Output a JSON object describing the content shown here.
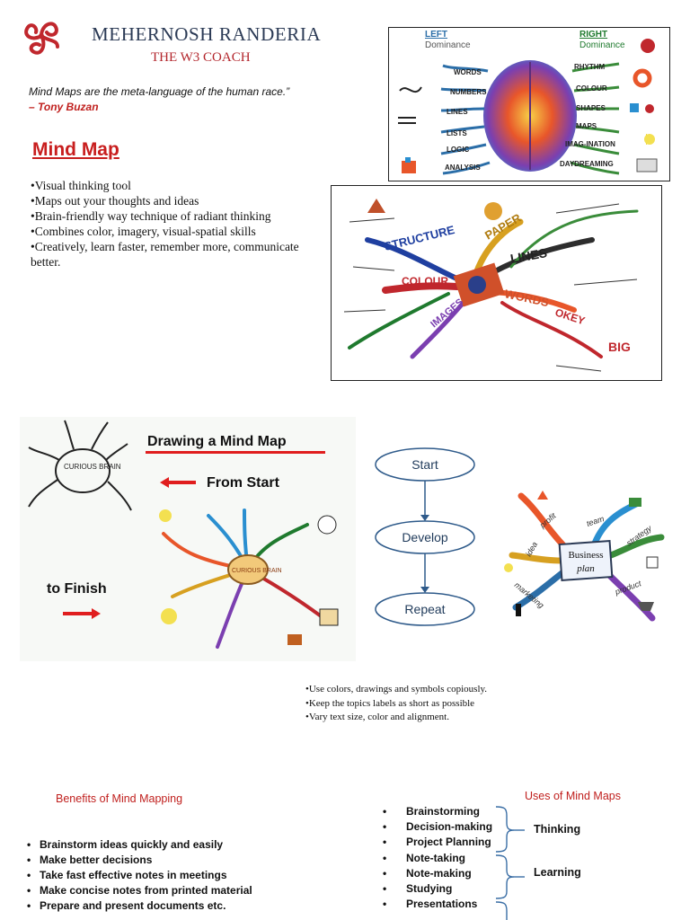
{
  "header": {
    "brand_name": "MEHERNOSH RANDERIA",
    "brand_sub": "THE W3 COACH",
    "logo_icon": "triple-spiral-logo-icon",
    "logo_color": "#c0272d"
  },
  "quote": {
    "text": "Mind Maps are the meta-language of the human race.”",
    "author": "– Tony Buzan"
  },
  "mind_map": {
    "title": "Mind Map",
    "bullets": [
      "•Visual thinking tool",
      "•Maps out your thoughts and ideas",
      "•Brain-friendly way technique of radiant thinking",
      "•Combines color, imagery, visual-spatial skills",
      "•Creatively, learn faster, remember more, communicate better."
    ]
  },
  "brain_image": {
    "left_header": "LEFT",
    "left_sub": "Dominance",
    "right_header": "RIGHT",
    "right_sub": "Dominance",
    "left_items": [
      "WORDS",
      "NUMBERS",
      "LINES",
      "LISTS",
      "LOGIC",
      "ANALYSIS"
    ],
    "right_items": [
      "RHYTHM",
      "COLOUR",
      "SHAPES",
      "MAPS",
      "IMAG-INATION",
      "DAYDREAMING"
    ]
  },
  "map_image": {
    "branches": [
      "STRUCTURE",
      "PAPER",
      "LINES",
      "COLOUR",
      "WORDS",
      "IMAGES",
      "OKEY",
      "BIG"
    ]
  },
  "drawing_image": {
    "title": "Drawing a Mind Map",
    "from_start": "From Start",
    "to_finish": "to Finish",
    "center_label": "CURIOUS BRAIN",
    "arrow_color": "#e01e1e"
  },
  "flow": {
    "steps": [
      "Start",
      "Develop",
      "Repeat"
    ],
    "color": "#2e5a8a"
  },
  "business_plan_image": {
    "center": [
      "Business",
      "plan"
    ],
    "branches": [
      "profit",
      "team",
      "strategy",
      "idea",
      "marketing",
      "product"
    ]
  },
  "tips": [
    "•Use colors, drawings and symbols copiously.",
    "•Keep the topics labels as short as possible",
    "•Vary text size, color and alignment."
  ],
  "benefits": {
    "title": "Benefits of Mind Mapping",
    "items": [
      "Brainstorm ideas quickly and easily",
      "Make better decisions",
      "Take fast effective notes in meetings",
      "Make concise notes from printed material",
      "Prepare and present documents etc."
    ]
  },
  "uses": {
    "title": "Uses of Mind Maps",
    "items": [
      "Brainstorming",
      "Decision-making",
      "Project Planning",
      "Note-taking",
      "Note-making",
      "Studying",
      "Presentations"
    ],
    "groups": [
      "Thinking",
      "Learning"
    ]
  }
}
